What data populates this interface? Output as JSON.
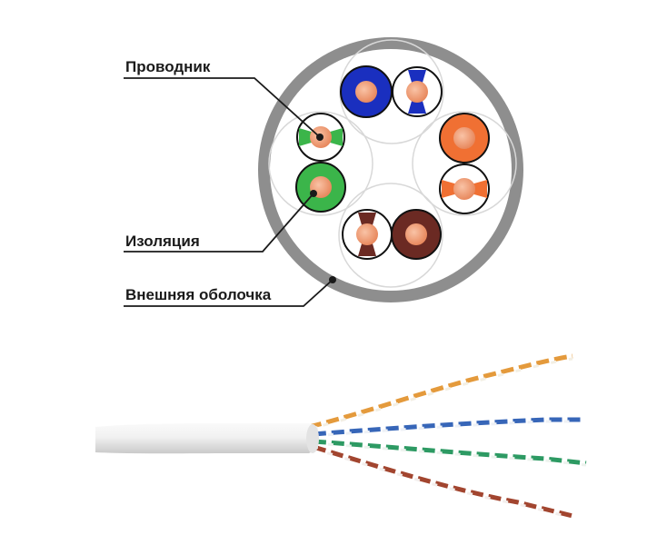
{
  "labels": {
    "conductor": "Проводник",
    "insulation": "Изоляция",
    "outer_jacket": "Внешняя оболочка"
  },
  "colors": {
    "jacket_gray": "#8e8e8e",
    "copper": "#f2a17c",
    "blue": "#1a2fbf",
    "orange": "#f07033",
    "green": "#3bb54a",
    "brown": "#6b2a23",
    "cable_white": "#ececec",
    "leader_line": "#1a1a1a"
  },
  "pairs": [
    {
      "name": "blue-pair",
      "color": "#1a2fbf",
      "striped_color": "#1a2fbf"
    },
    {
      "name": "orange-pair",
      "color": "#f07033",
      "striped_color": "#f07033"
    },
    {
      "name": "brown-pair",
      "color": "#6b2a23",
      "striped_color": "#6b2a23"
    },
    {
      "name": "green-pair",
      "color": "#3bb54a",
      "striped_color": "#3bb54a"
    }
  ]
}
